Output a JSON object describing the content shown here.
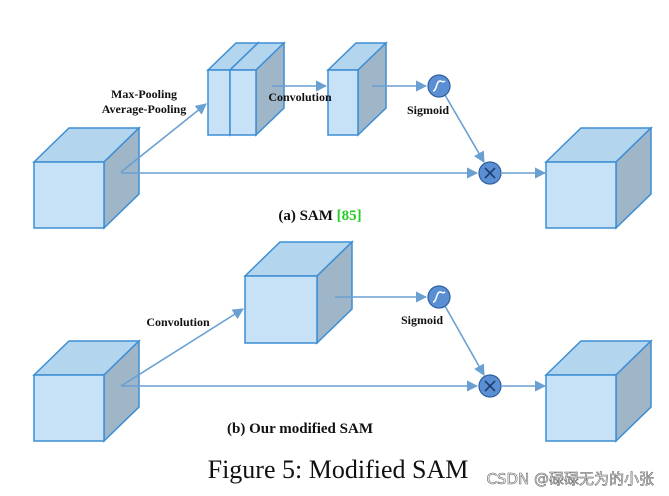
{
  "colors": {
    "face_front": "#c7e2f6",
    "face_top": "#b4d5ee",
    "face_side": "#9eb6c8",
    "edge": "#3d8ed3",
    "arrow": "#6a9fd2",
    "op_fill": "#5b8fd4",
    "op_edge": "#2f5f9e",
    "ref": "#22cc22",
    "text": "#111111"
  },
  "panel_a": {
    "label_pool_max": "Max-Pooling",
    "label_pool_avg": "Average-Pooling",
    "label_conv": "Convolution",
    "label_sigmoid": "Sigmoid",
    "caption_prefix": "(a) SAM ",
    "caption_ref": "[85]"
  },
  "panel_b": {
    "label_conv": "Convolution",
    "label_sigmoid": "Sigmoid",
    "caption": "(b) Our modified SAM"
  },
  "figure_caption": "Figure 5: Modified SAM",
  "watermark": "CSDN @碌碌无为的小张"
}
